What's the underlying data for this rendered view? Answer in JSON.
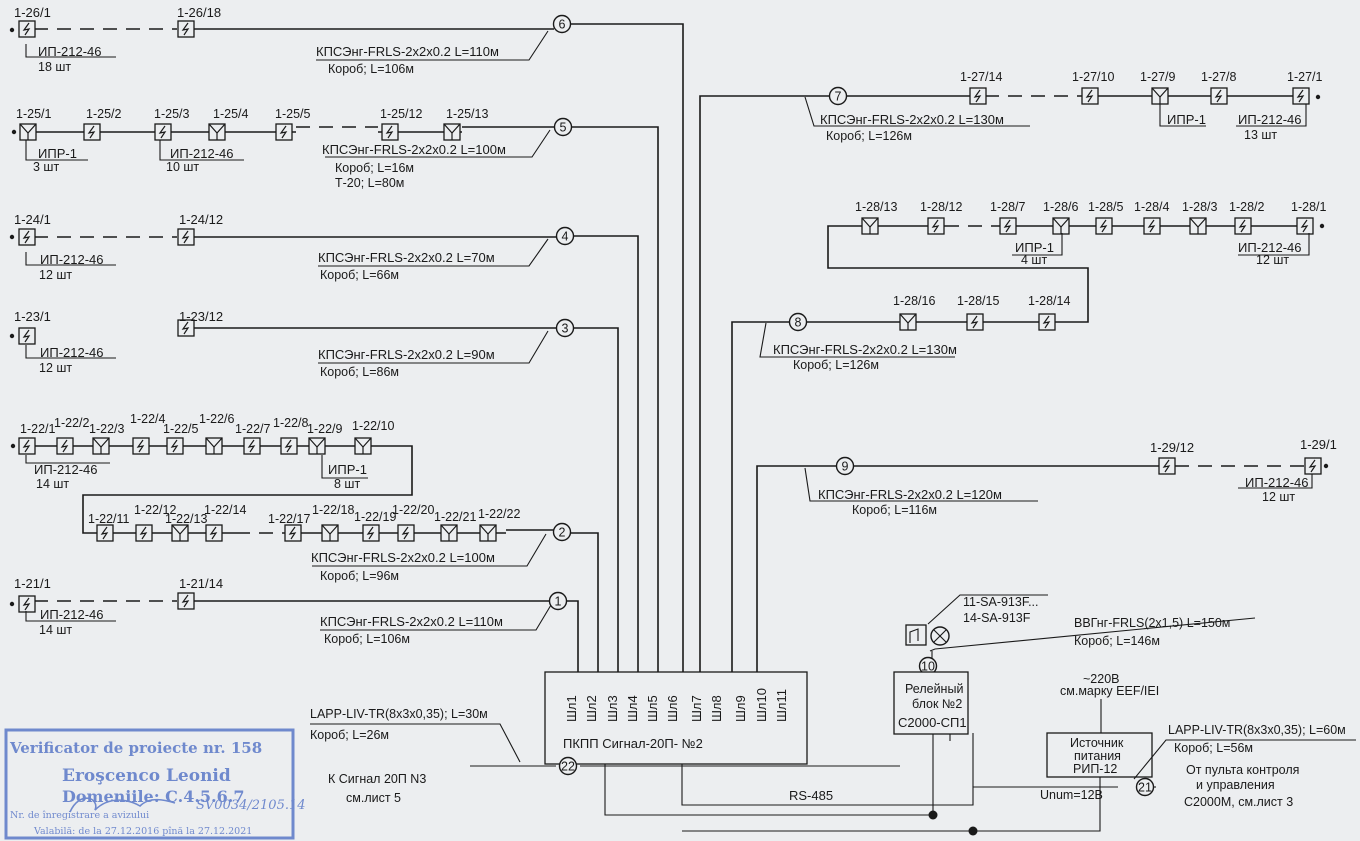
{
  "panel": {
    "title": "ПКПП Сигнал-20П- №2",
    "loops": [
      "Шл1",
      "Шл2",
      "Шл3",
      "Шл4",
      "Шл5",
      "Шл6",
      "Шл7",
      "Шл8",
      "Шл9",
      "Шл10",
      "Шл11"
    ]
  },
  "lines": [
    {
      "num": "1",
      "cable": "КПСЭнг-FRLS-2x2x0.2 L=110м",
      "route": "Короб; L=106м",
      "d_first": "1-21/1",
      "d_last": "1-21/14",
      "label": "ИП-212-46",
      "qty": "14 шт"
    },
    {
      "num": "2",
      "cable": "КПСЭнг-FRLS-2x2x0.2 L=100м",
      "route": "Короб; L=96м"
    },
    {
      "num": "3",
      "cable": "КПСЭнг-FRLS-2x2x0.2 L=90м",
      "route": "Короб; L=86м",
      "d_first": "1-23/1",
      "d_last": "1-23/12",
      "label": "ИП-212-46",
      "qty": "12 шт"
    },
    {
      "num": "4",
      "cable": "КПСЭнг-FRLS-2x2x0.2 L=70м",
      "route": "Короб; L=66м",
      "d_first": "1-24/1",
      "d_last": "1-24/12",
      "label": "ИП-212-46",
      "qty": "12 шт"
    },
    {
      "num": "5",
      "cable": "КПСЭнг-FRLS-2x2x0.2 L=100м",
      "route": "Короб; L=16м",
      "route2": "Т-20; L=80м"
    },
    {
      "num": "6",
      "cable": "КПСЭнг-FRLS-2x2x0.2 L=110м",
      "route": "Короб; L=106м",
      "d_first": "1-26/1",
      "d_last": "1-26/18",
      "label": "ИП-212-46",
      "qty": "18 шт"
    },
    {
      "num": "7",
      "cable": "КПСЭнг-FRLS-2x2x0.2 L=130м",
      "route": "Короб; L=126м"
    },
    {
      "num": "8",
      "cable": "КПСЭнг-FRLS-2x2x0.2 L=130м",
      "route": "Короб; L=126м"
    },
    {
      "num": "9",
      "cable": "КПСЭнг-FRLS-2x2x0.2 L=120м",
      "route": "Короб; L=116м",
      "d_first": "1-29/12",
      "d_last": "1-29/1",
      "label": "ИП-212-46",
      "qty": "12 шт"
    }
  ],
  "loop22": {
    "row1": [
      "1-22/1",
      "1-22/2",
      "1-22/3",
      "1-22/4",
      "1-22/5",
      "1-22/6",
      "1-22/7",
      "1-22/8",
      "1-22/9",
      "1-22/10"
    ],
    "row2": [
      "1-22/11",
      "1-22/12",
      "1-22/13",
      "1-22/14",
      "1-22/17",
      "1-22/18",
      "1-22/19",
      "1-22/20",
      "1-22/21",
      "1-22/22"
    ],
    "label_a": "ИП-212-46",
    "qty_a": "14 шт",
    "label_b": "ИПР-1",
    "qty_b": "8 шт"
  },
  "loop25": {
    "devices": [
      "1-25/1",
      "1-25/2",
      "1-25/3",
      "1-25/4",
      "1-25/5",
      "1-25/12",
      "1-25/13"
    ],
    "label_a": "ИПР-1",
    "qty_a": "3 шт",
    "label_b": "ИП-212-46",
    "qty_b": "10 шт"
  },
  "loop27": {
    "devices": [
      "1-27/14",
      "1-27/10",
      "1-27/9",
      "1-27/8",
      "1-27/1"
    ],
    "label_a": "ИПР-1",
    "label_b": "ИП-212-46",
    "qty_b": "13 шт"
  },
  "loop28": {
    "row1": [
      "1-28/13",
      "1-28/12",
      "1-28/7",
      "1-28/6",
      "1-28/5",
      "1-28/4",
      "1-28/3",
      "1-28/2",
      "1-28/1"
    ],
    "row2": [
      "1-28/16",
      "1-28/15",
      "1-28/14"
    ],
    "label_a": "ИПР-1",
    "qty_a": "4 шт",
    "label_b": "ИП-212-46",
    "qty_b": "12 шт"
  },
  "relay": {
    "num": "10",
    "l1": "Релейный",
    "l2": "блок №2",
    "model": "С2000-СП1",
    "alarm_a": "11-SA-913F...",
    "alarm_b": "14-SA-913F",
    "cable": "ВВГнг-FRLS(2x1,5) L=150м",
    "route": "Короб; L=146м"
  },
  "power": {
    "v1": "~220В",
    "v2": "см.марку EEF/IEI",
    "l1": "Источник",
    "l2": "питания",
    "l3": "РИП-12",
    "unom": "Unum=12В"
  },
  "bus": {
    "rs485": "RS-485",
    "n21": "21",
    "cable21": "LAPP-LIV-TR(8x3x0,35); L=60м",
    "route21": "Короб; L=56м",
    "to21a": "От пульта контроля",
    "to21b": "и управления",
    "to21c": "С2000М, см.лист 3",
    "n22": "22",
    "cable22": "LAPP-LIV-TR(8x3x0,35); L=30м",
    "route22": "Короб; L=26м",
    "to22a": "К Сигнал 20П N3",
    "to22b": "см.лист 5"
  },
  "stamp": {
    "l1": "Verificator de proiecte nr. 158",
    "l2": "Eroşcenco Leonid",
    "l3": "Domeniile: C.4.5.6.7",
    "l4": "Nr. de înregistrare a avizului",
    "sig": "SV0034/2105.14",
    "l5": "Valabilă: de la 27.12.2016 pînă la 27.12.2021"
  },
  "colors": {
    "ink": "#1a1a1a",
    "paper": "#eceef0",
    "stamp": "#5a78c8"
  }
}
